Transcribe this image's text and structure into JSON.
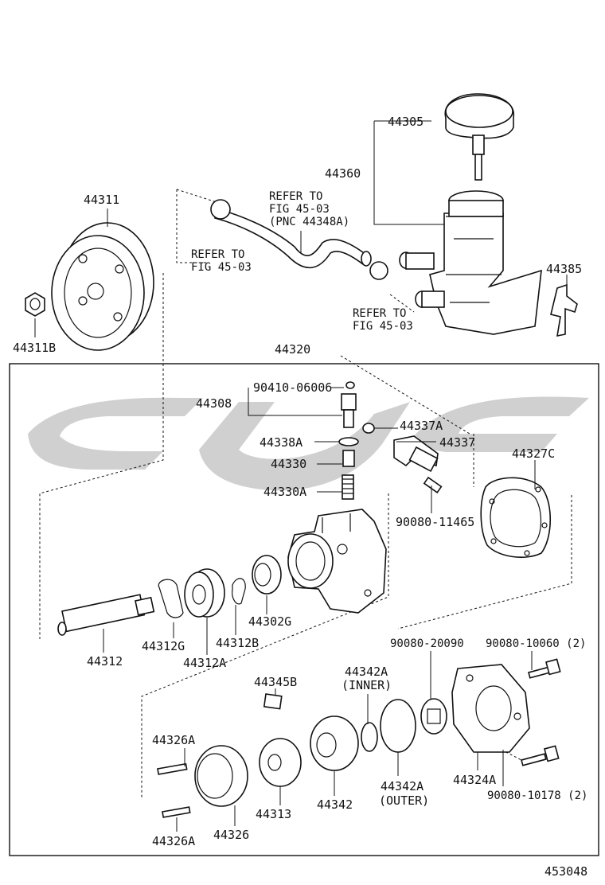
{
  "watermark_text": "",
  "diagram_id": "453048",
  "labels": {
    "p44305": "44305",
    "p44360": "44360",
    "p44311": "44311",
    "p44311b": "44311B",
    "p44385": "44385",
    "p44320": "44320",
    "p44308": "44308",
    "p90410": "90410-06006",
    "p44337a": "44337A",
    "p44338a": "44338A",
    "p44337": "44337",
    "p44330": "44330",
    "p44327c": "44327C",
    "p44330a": "44330A",
    "p90080_11465": "90080-11465",
    "p44312g": "44312G",
    "p44312b": "44312B",
    "p44302g": "44302G",
    "p44312": "44312",
    "p44312a": "44312A",
    "p90080_20090": "90080-20090",
    "p90080_10060": "90080-10060 (2)",
    "p44342a_inner_1": "44342A",
    "p44342a_inner_2": "(INNER)",
    "p44345b": "44345B",
    "p44326a_top": "44326A",
    "p44313": "44313",
    "p44342": "44342",
    "p44342a_outer_1": "44342A",
    "p44342a_outer_2": "(OUTER)",
    "p44324a": "44324A",
    "p90080_10178": "90080-10178 (2)",
    "p44326a_bottom": "44326A",
    "p44326": "44326"
  },
  "notes": {
    "refer_hose_1": "REFER TO",
    "refer_hose_2": "FIG 45-03",
    "refer_hose_3": "(PNC 44348A)",
    "refer_left_1": "REFER TO",
    "refer_left_2": "FIG 45-03",
    "refer_right_1": "REFER TO",
    "refer_right_2": "FIG 45-03"
  }
}
